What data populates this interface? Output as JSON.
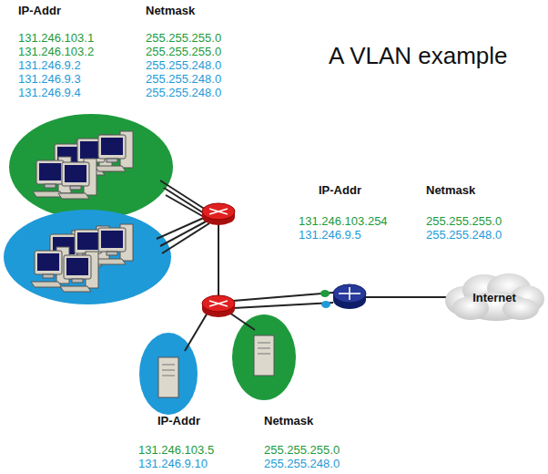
{
  "diagram": {
    "title": "A VLAN example",
    "nodes": [
      {
        "text": [
          "Internet"
        ]
      }
    ],
    "labels": [
      "IP-Addr",
      "Netmask",
      "131.246.103.1",
      "131.246.103.2",
      "131.246.9.2",
      "131.246.9.3",
      "131.246.9.4",
      "255.255.255.0",
      "255.255.255.0",
      "255.255.248.0",
      "255.255.248.0",
      "255.255.248.0",
      "IP-Addr",
      "Netmask",
      "131.246.103.254",
      "131.246.9.5",
      "255.255.255.0",
      "255.255.248.0",
      "IP-Addr",
      "Netmask",
      "131.246.103.5",
      "131.246.9.10",
      "255.255.255.0",
      "255.255.248.0"
    ]
  }
}
